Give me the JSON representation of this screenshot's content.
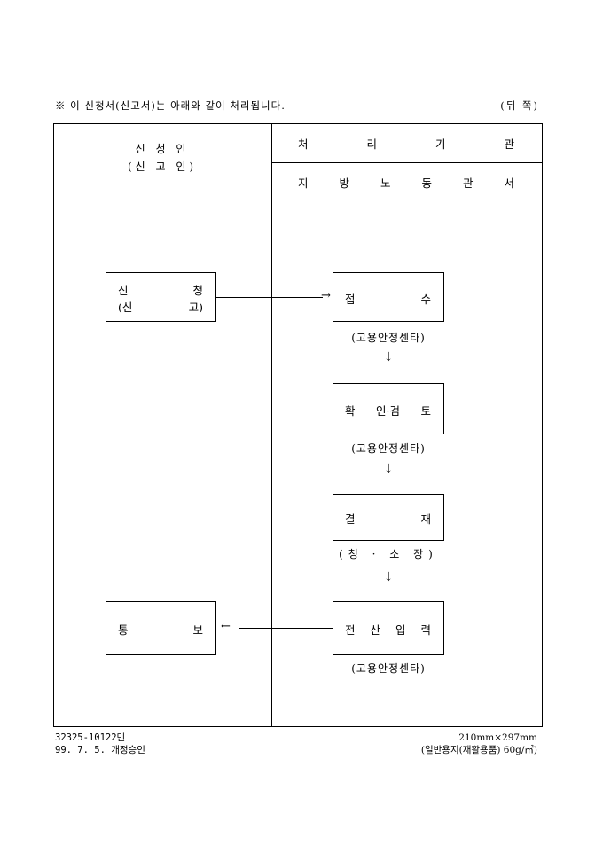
{
  "header": {
    "notice": "※ 이 신청서(신고서)는 아래와 같이 처리됩니다.",
    "side": "(뒤 쪽)"
  },
  "table": {
    "left_head_line1": "신 청 인",
    "left_head_line2": "(신 고 인)",
    "right_head_row1": [
      "처",
      "리",
      "기",
      "관"
    ],
    "right_head_row2": [
      "지",
      "방",
      "노",
      "동",
      "관",
      "서"
    ]
  },
  "flow": {
    "apply_box": {
      "line1": [
        "신",
        "청"
      ],
      "line2": [
        "(신",
        "고)"
      ]
    },
    "notify_box": [
      "통",
      "보"
    ],
    "steps": [
      {
        "label": [
          "접",
          "수"
        ],
        "caption": "(고용안정센타)"
      },
      {
        "label": [
          "확",
          "인·검",
          "토"
        ],
        "caption": "(고용안정센타)"
      },
      {
        "label": [
          "결",
          "재"
        ],
        "caption": "(청 · 소 장)"
      },
      {
        "label": [
          "전",
          "산",
          "입",
          "력"
        ],
        "caption": "(고용안정센타)"
      }
    ],
    "arrow_right": "→",
    "arrow_left": "←",
    "arrow_down": "↓"
  },
  "footer": {
    "code": "32325-10122민",
    "approval": "99. 7. 5. 개정승인",
    "size": "210mm×297mm",
    "paper": "(일반용지(재활용품) 60g/㎡)"
  }
}
